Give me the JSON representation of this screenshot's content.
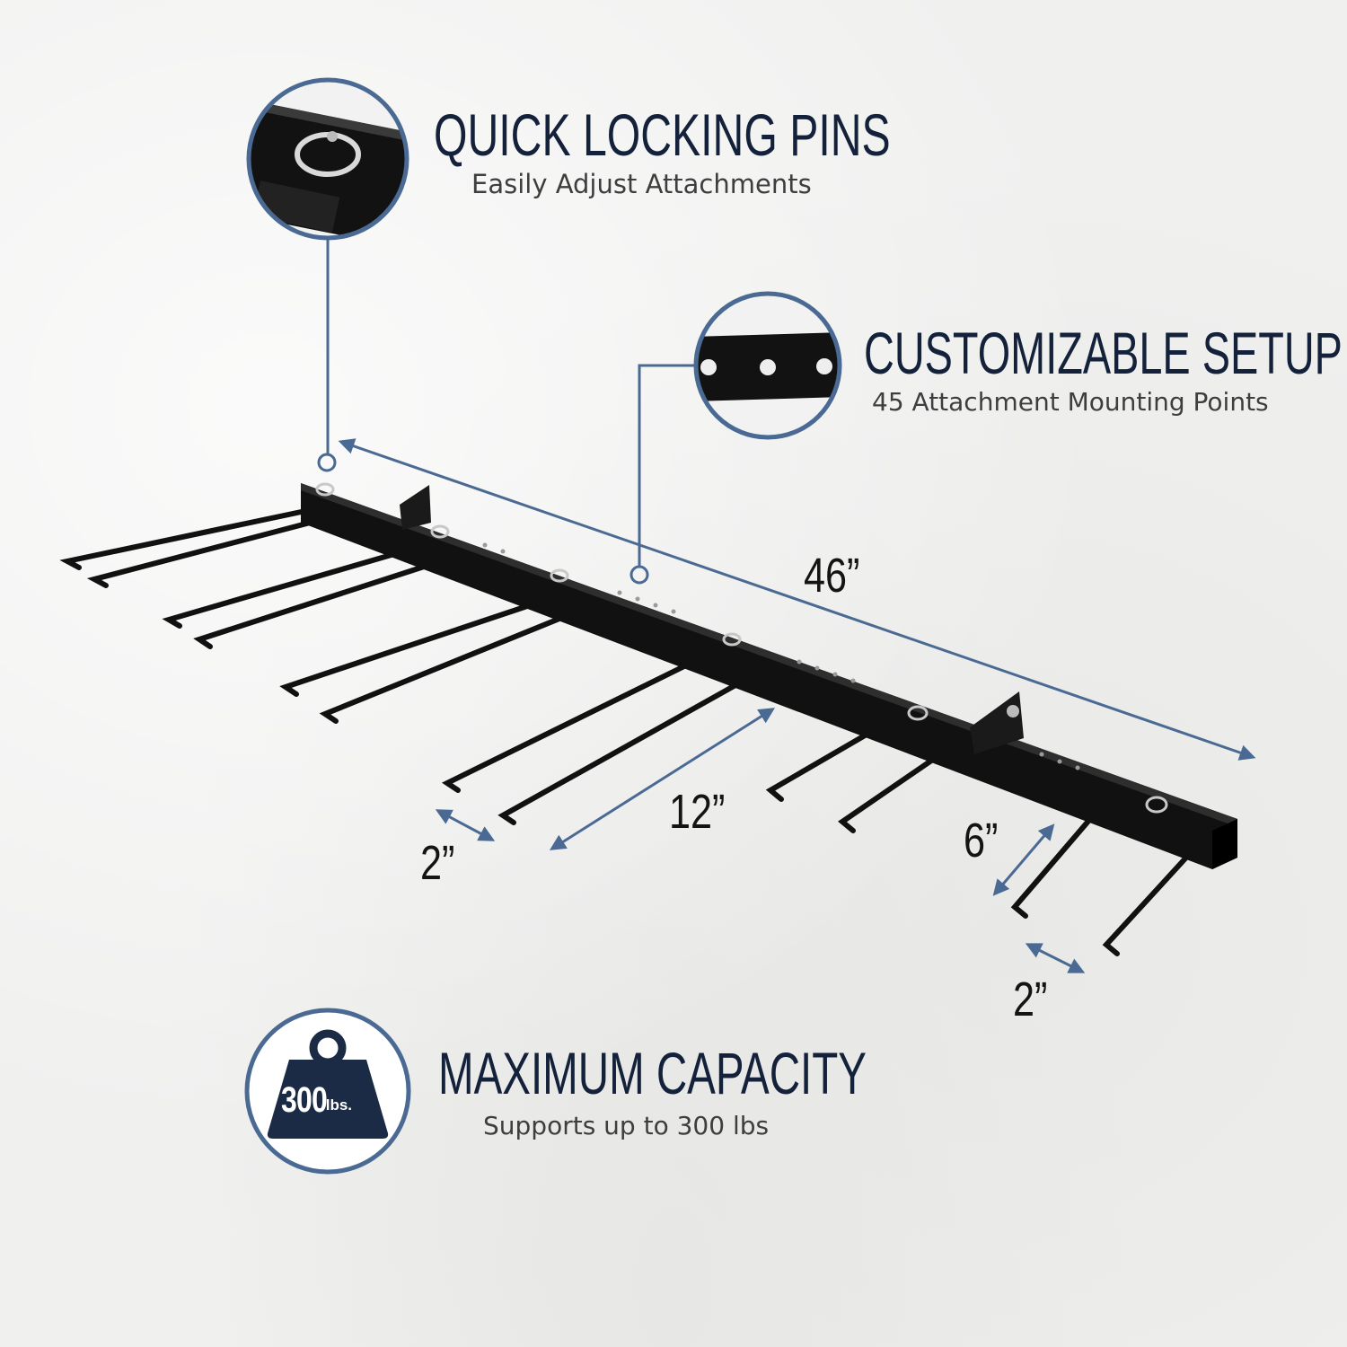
{
  "features": [
    {
      "title": "QUICK LOCKING PINS",
      "subtitle": "Easily Adjust Attachments",
      "icon": "locking-pin-closeup-icon"
    },
    {
      "title": "CUSTOMIZABLE SETUP",
      "subtitle": "45 Attachment Mounting Points",
      "icon": "mounting-holes-closeup-icon"
    },
    {
      "title": "MAXIMUM CAPACITY",
      "subtitle": "Supports up to 300 lbs",
      "icon": "weight-icon"
    }
  ],
  "weight_badge": {
    "value": "300",
    "unit": "lbs."
  },
  "dimensions": {
    "overall_length": "46”",
    "hook_spacing": "12”",
    "hook_gap_left": "2”",
    "short_hook": "6”",
    "hook_gap_right": "2”"
  },
  "colors": {
    "heading": "#14213a",
    "accent": "#4a6a93",
    "rack": "#111111",
    "background": "#f0f0ef"
  }
}
